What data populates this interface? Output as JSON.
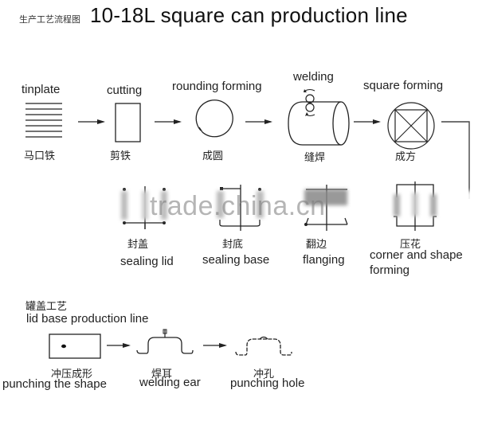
{
  "header": {
    "title_cn": "生产工艺流程图",
    "title_en": "10-18L square can production line"
  },
  "main_line": {
    "steps": [
      {
        "label": "tinplate",
        "label_cn": "马口铁",
        "icon": "stacked-sheets"
      },
      {
        "label": "cutting",
        "label_cn": "剪铁",
        "icon": "rectangle"
      },
      {
        "label": "rounding forming",
        "label_cn": "成圆",
        "icon": "circle"
      },
      {
        "label": "welding",
        "label_cn": "缝焊",
        "icon": "cylinder-with-rollers"
      },
      {
        "label": "square forming",
        "label_cn": "成方",
        "icon": "square-in-circle"
      }
    ],
    "second_row": [
      {
        "label": "sealing lid",
        "label_cn": "封盖",
        "icon": "sealing-lid-profile"
      },
      {
        "label": "sealing base",
        "label_cn": "封底",
        "icon": "sealing-base-profile"
      },
      {
        "label": "flanging",
        "label_cn": "翻边",
        "icon": "flanging-profile"
      },
      {
        "label_line1": "corner and shape",
        "label_line2": "forming",
        "label_cn": "压花",
        "icon": "corner-shape-profile"
      }
    ]
  },
  "lid_line": {
    "title_cn": "罐盖工艺",
    "title_en": "lid base production line",
    "steps": [
      {
        "label": "punching the shape",
        "label_cn": "冲压成形",
        "icon": "punched-blank"
      },
      {
        "label": "welding ear",
        "label_cn": "焊耳",
        "icon": "hat-profile-with-ear"
      },
      {
        "label": "punching hole",
        "label_cn": "冲孔",
        "icon": "hat-profile"
      }
    ]
  },
  "watermark": "trade.china.cn",
  "colors": {
    "line": "#222222",
    "watermark": "#8a8a8a",
    "background": "#ffffff"
  }
}
